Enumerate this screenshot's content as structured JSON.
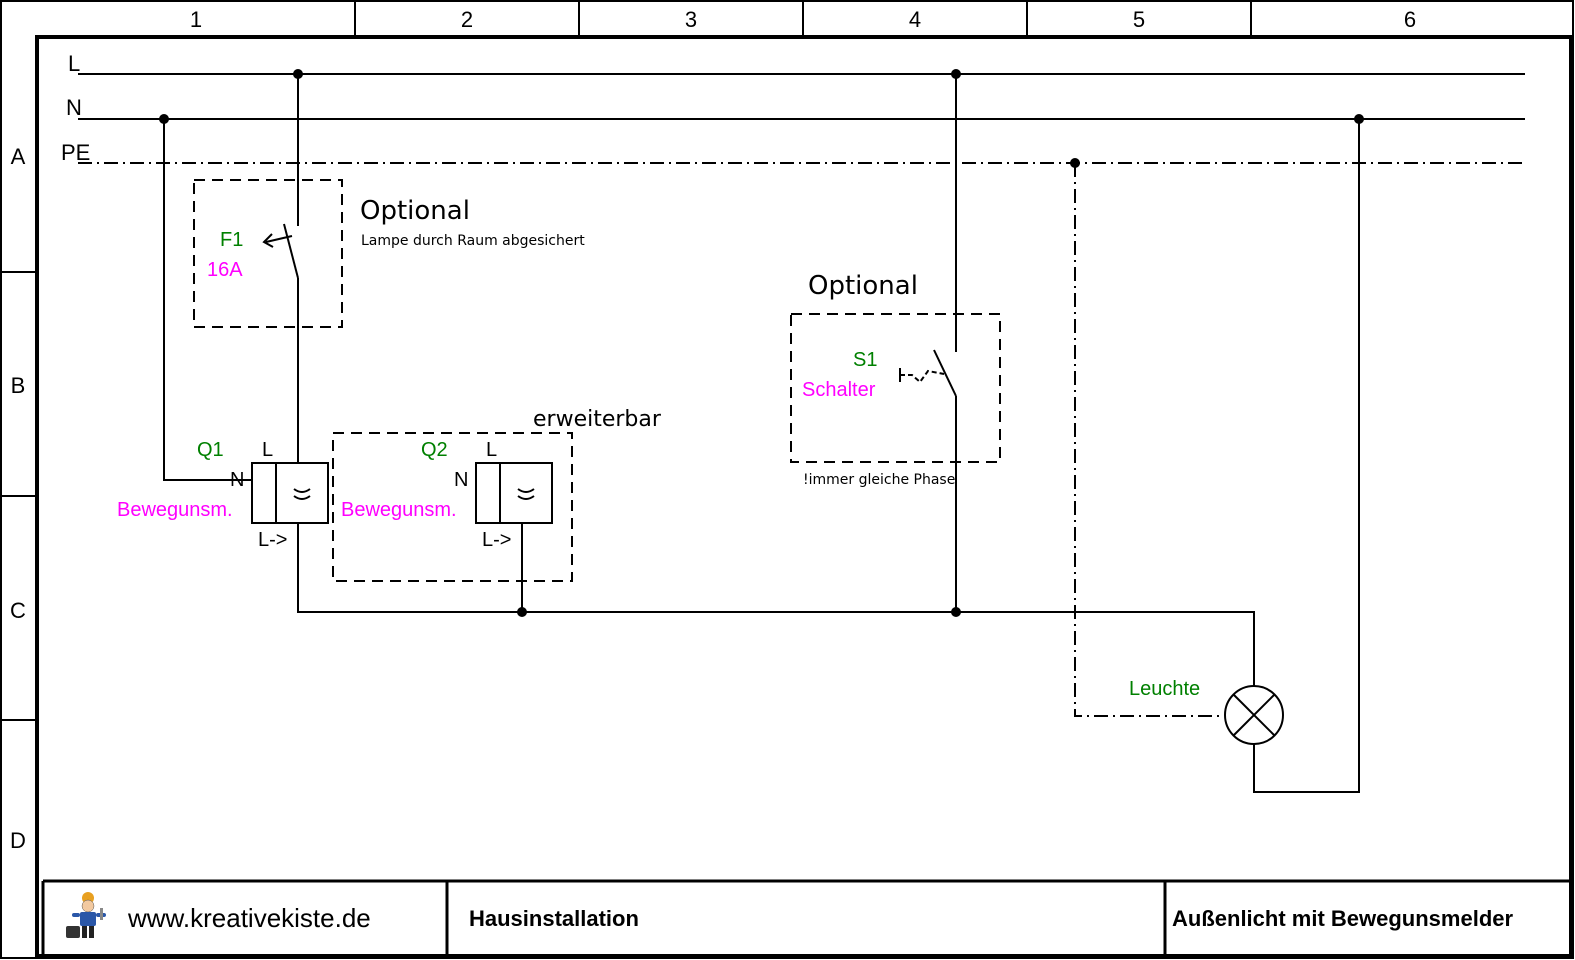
{
  "frame": {
    "columns": [
      "1",
      "2",
      "3",
      "4",
      "5",
      "6"
    ],
    "rows": [
      "A",
      "B",
      "C",
      "D"
    ]
  },
  "buses": {
    "l": "L",
    "n": "N",
    "pe": "PE"
  },
  "f1": {
    "box_title": "Optional",
    "box_note": "Lampe durch Raum abgesichert",
    "id": "F1",
    "rating": "16A"
  },
  "q1": {
    "id": "Q1",
    "terminal_l": "L",
    "terminal_n": "N",
    "terminal_out": "L->",
    "label": "Bewegunsm."
  },
  "q2": {
    "box_title": "erweiterbar",
    "id": "Q2",
    "terminal_l": "L",
    "terminal_n": "N",
    "terminal_out": "L->",
    "label": "Bewegunsm."
  },
  "s1": {
    "box_title": "Optional",
    "box_note": "!immer gleiche Phase",
    "id": "S1",
    "label": "Schalter"
  },
  "lamp": {
    "label": "Leuchte"
  },
  "title_block": {
    "website": "www.kreativekiste.de",
    "category": "Hausinstallation",
    "title": "Außenlicht mit Bewegunsmelder"
  },
  "colors": {
    "line": "#000000",
    "id_green": "#008000",
    "label_magenta": "#ff00ff"
  }
}
